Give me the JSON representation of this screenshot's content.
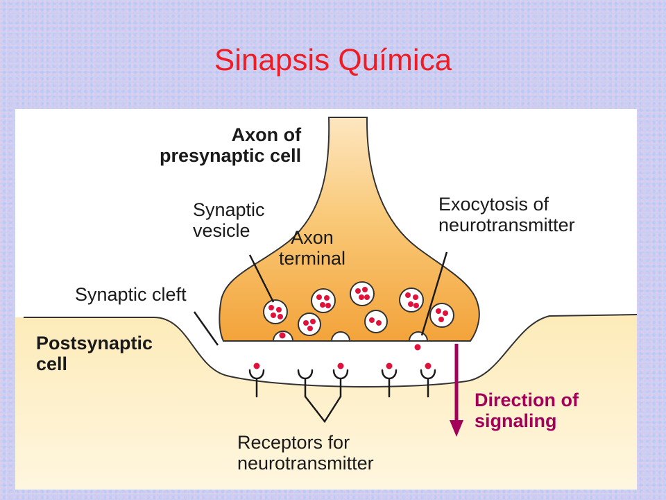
{
  "title": "Sinapsis Química",
  "labels": {
    "axon_presynaptic_line1": "Axon of",
    "axon_presynaptic_line2": "presynaptic cell",
    "synaptic_vesicle_line1": "Synaptic",
    "synaptic_vesicle_line2": "vesicle",
    "axon_terminal_line1": "Axon",
    "axon_terminal_line2": "terminal",
    "exocytosis_line1": "Exocytosis of",
    "exocytosis_line2": "neurotransmitter",
    "synaptic_cleft": "Synaptic cleft",
    "postsynaptic_line1": "Postsynaptic",
    "postsynaptic_line2": "cell",
    "direction_line1": "Direction of",
    "direction_line2": "signaling",
    "receptors_line1": "Receptors for",
    "receptors_line2": "neurotransmitter"
  },
  "colors": {
    "title": "#ee1c25",
    "axon_fill": "#f7b64f",
    "postsynaptic_fill": "#fdf0c8",
    "neurotransmitter": "#e0123c",
    "direction_arrow": "#a3005a"
  }
}
